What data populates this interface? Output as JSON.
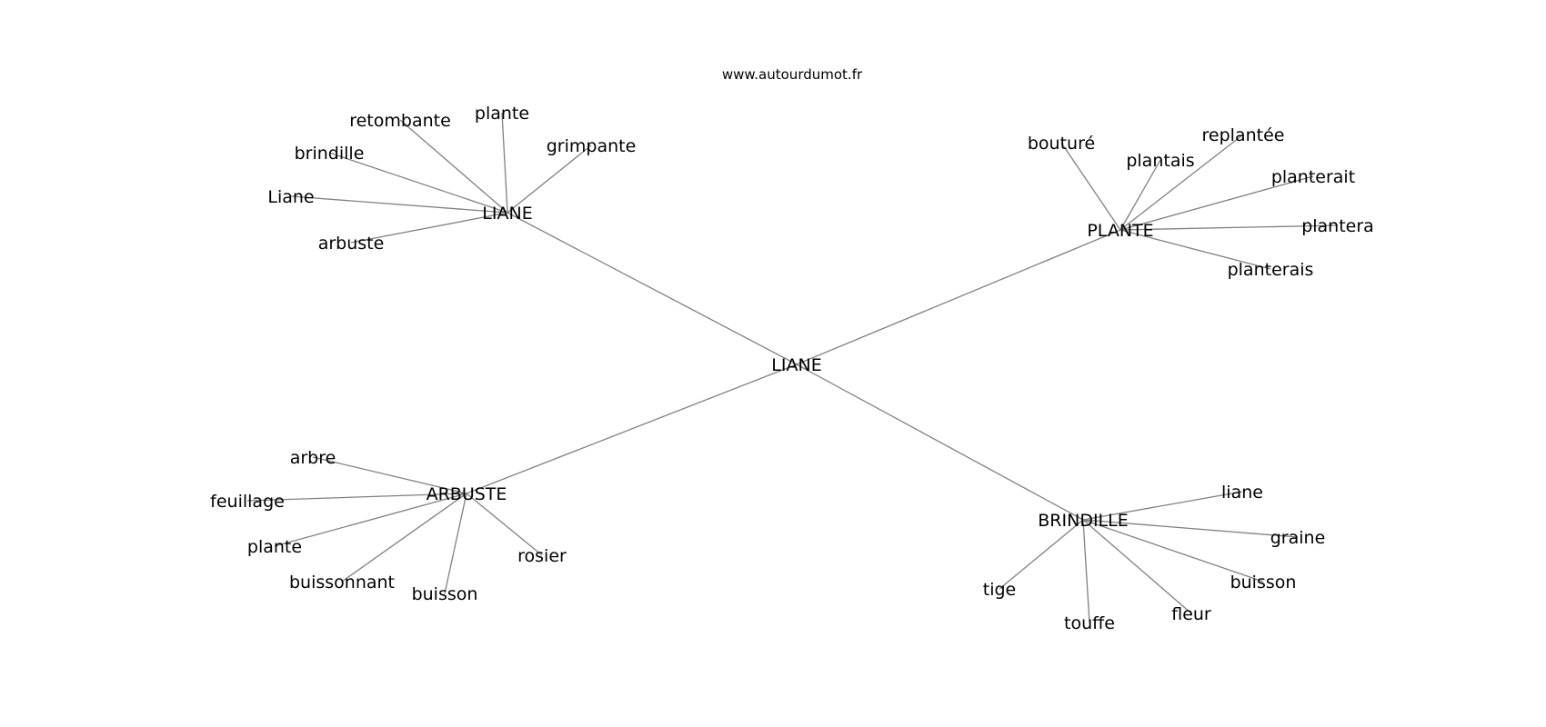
{
  "site": "www.autourdumot.fr",
  "graph": {
    "center": "LIANE",
    "clusters": [
      {
        "hub": "LIANE",
        "leaves": [
          "retombante",
          "plante",
          "grimpante",
          "brindille",
          "Liane",
          "arbuste"
        ]
      },
      {
        "hub": "PLANTE",
        "leaves": [
          "bouturé",
          "plantais",
          "replantée",
          "planterait",
          "plantera",
          "planterais"
        ]
      },
      {
        "hub": "ARBUSTE",
        "leaves": [
          "arbre",
          "feuillage",
          "plante",
          "buissonnant",
          "buisson",
          "rosier"
        ]
      },
      {
        "hub": "BRINDILLE",
        "leaves": [
          "liane",
          "graine",
          "buisson",
          "fleur",
          "touffe",
          "tige"
        ]
      }
    ]
  }
}
